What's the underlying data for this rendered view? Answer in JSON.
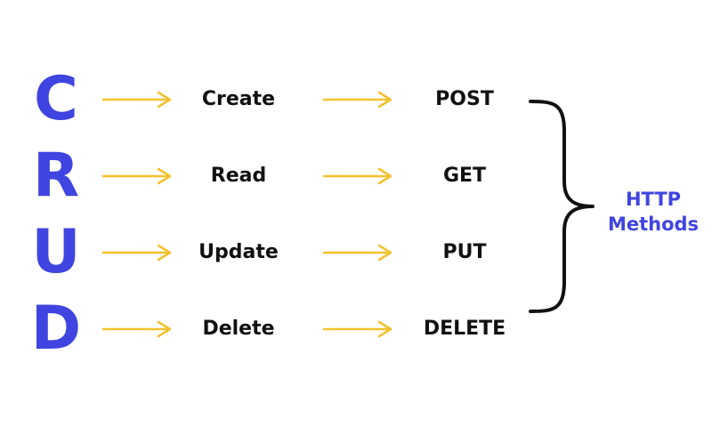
{
  "colors": {
    "accent": "#4044e0",
    "arrow": "#f2c12e",
    "text": "#111111",
    "brace": "#111111"
  },
  "rows": [
    {
      "letter": "C",
      "operation": "Create",
      "method": "POST"
    },
    {
      "letter": "R",
      "operation": "Read",
      "method": "GET"
    },
    {
      "letter": "U",
      "operation": "Update",
      "method": "PUT"
    },
    {
      "letter": "D",
      "operation": "Delete",
      "method": "DELETE"
    }
  ],
  "http_label": {
    "line1": "HTTP",
    "line2": "Methods"
  }
}
